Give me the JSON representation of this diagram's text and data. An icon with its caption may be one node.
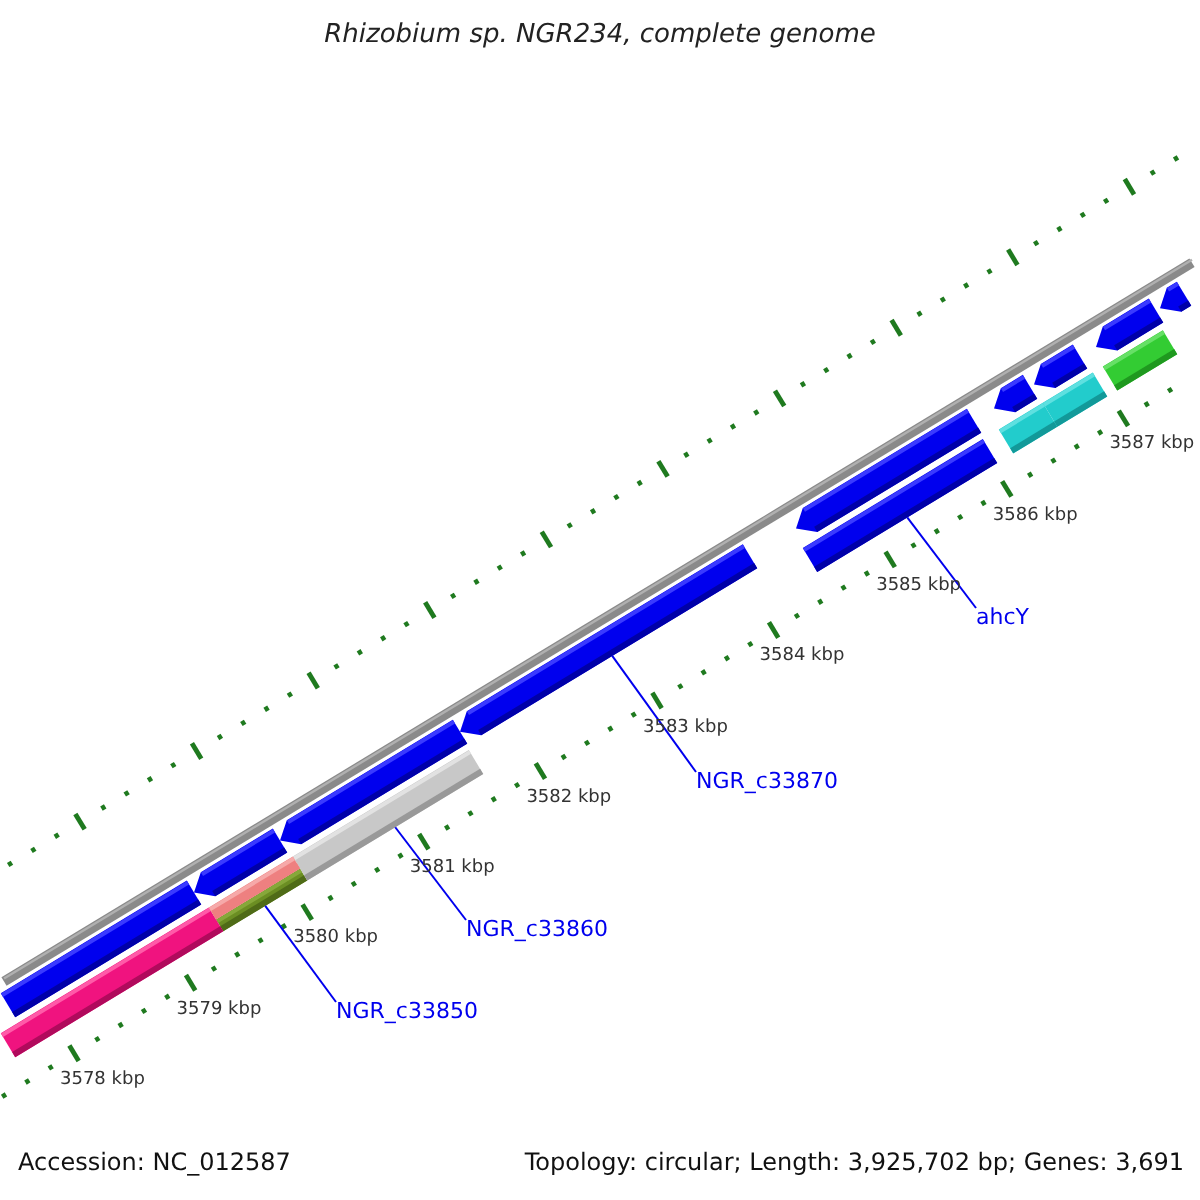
{
  "diagram": {
    "title": "Rhizobium sp. NGR234, complete genome",
    "nodes": [
      {
        "text": [
          "NGR_c33850"
        ]
      },
      {
        "text": [],
        "shape": "bar"
      },
      {
        "text": [
          "NGR_c33860"
        ]
      },
      {
        "text": [],
        "shape": "bar"
      },
      {
        "text": [
          "NGR_c33870"
        ]
      },
      {
        "text": [],
        "shape": "bar"
      },
      {
        "text": [
          "ahcY"
        ]
      },
      {
        "text": [],
        "shape": "bar"
      },
      {
        "text": [],
        "shape": "bar"
      },
      {
        "text": [],
        "shape": "bar"
      },
      {
        "text": [],
        "shape": "bar"
      },
      {
        "text": [],
        "shape": "bar"
      },
      {
        "text": [],
        "shape": "bar"
      },
      {
        "text": [],
        "shape": "bar"
      },
      {
        "text": [],
        "shape": "bar"
      },
      {
        "text": [],
        "shape": "bar"
      },
      {
        "text": [],
        "shape": "bar"
      },
      {
        "text": [],
        "shape": "bar"
      },
      {
        "text": [],
        "shape": "bar"
      },
      {
        "text": [],
        "shape": "bar"
      },
      {
        "text": [],
        "shape": "bar"
      }
    ],
    "edges": [
      {
        "from": 0,
        "to": 1,
        "arrow": "none"
      },
      {
        "from": 2,
        "to": 3,
        "arrow": "none"
      },
      {
        "from": 4,
        "to": 5,
        "arrow": "none"
      },
      {
        "from": 6,
        "to": 7,
        "arrow": "none"
      }
    ],
    "labels": [
      "3578 kbp",
      "3579 kbp",
      "3580 kbp",
      "3581 kbp",
      "3582 kbp",
      "3583 kbp",
      "3584 kbp",
      "3585 kbp",
      "3586 kbp",
      "3587 kbp",
      "Accession: NC_012587",
      "Topology: circular; Length: 3,925,702 bp; Genes: 3,691"
    ]
  }
}
